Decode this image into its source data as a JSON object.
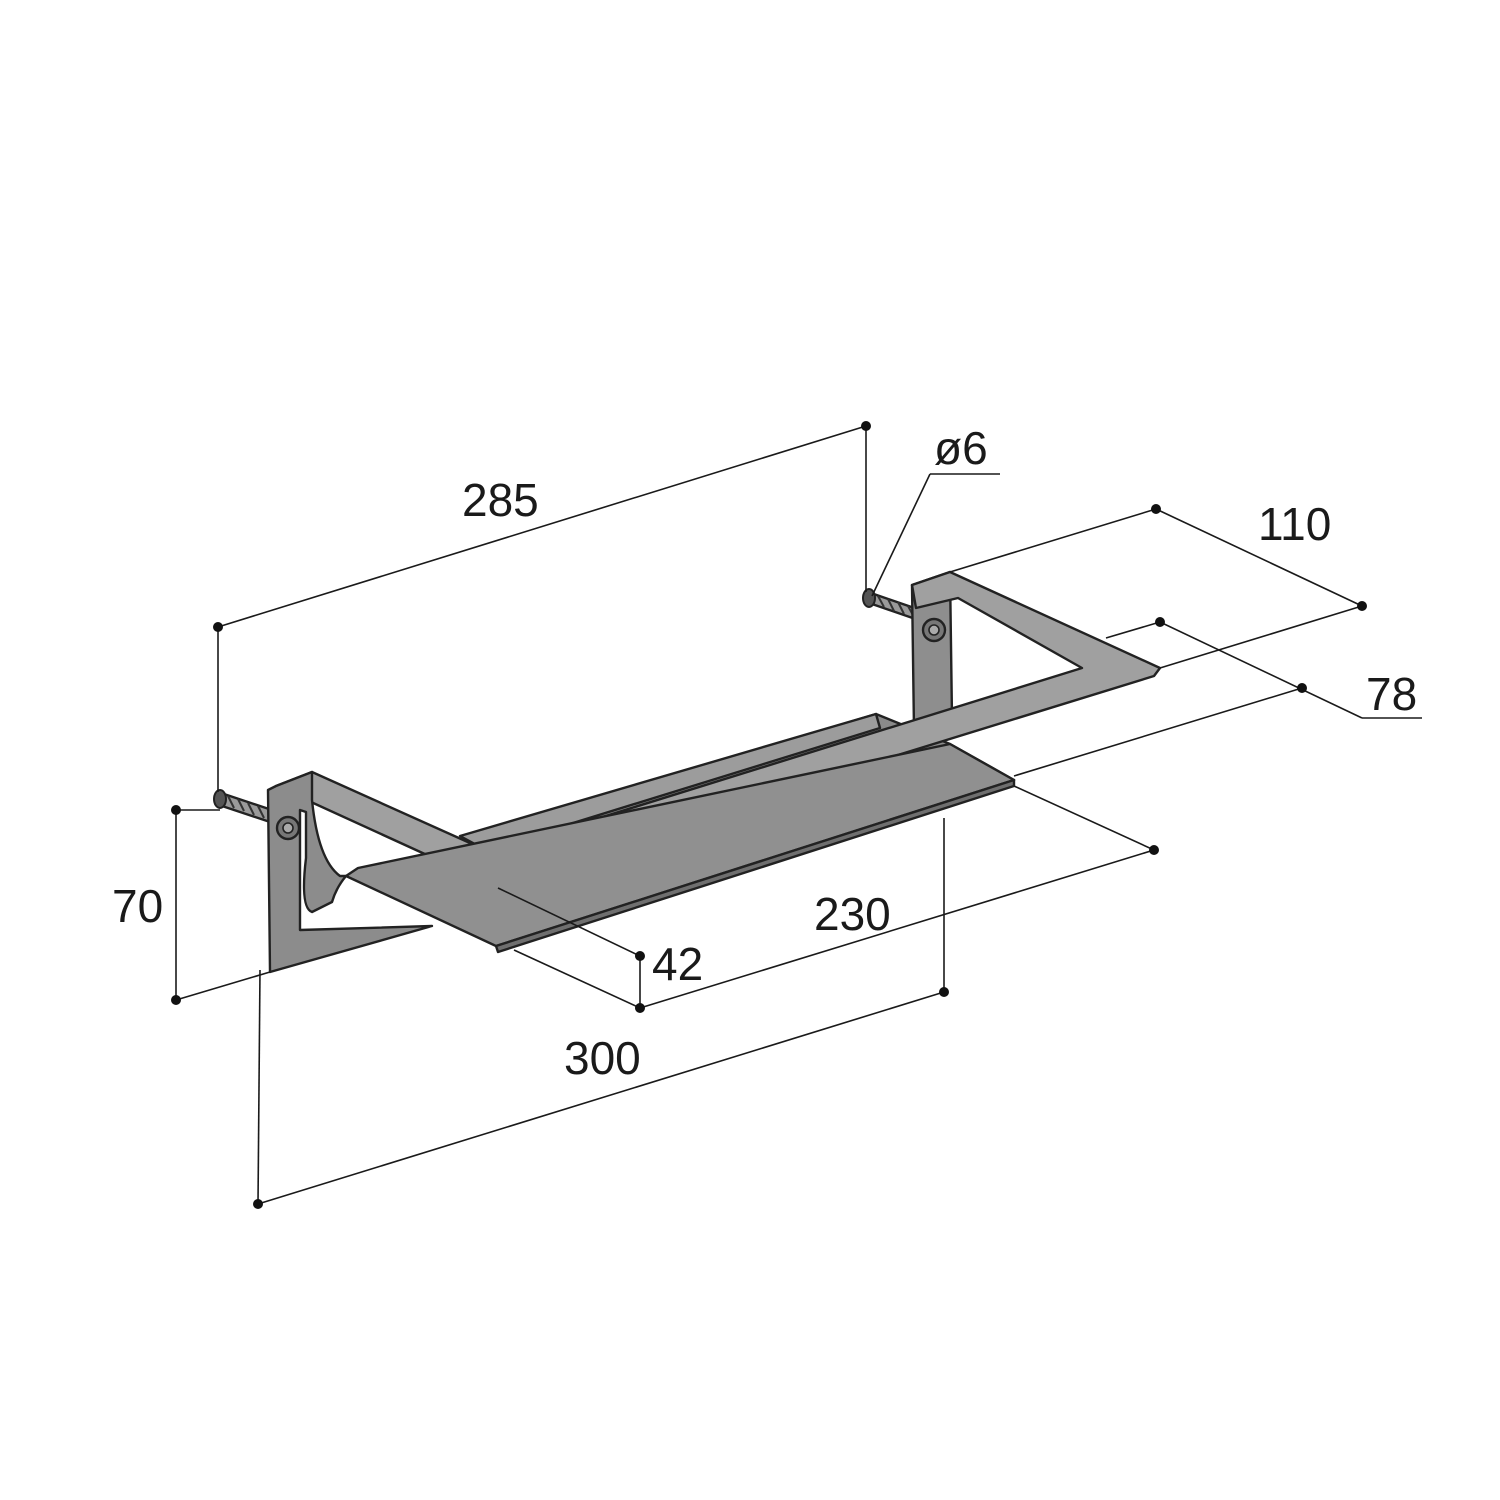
{
  "colors": {
    "metal_face": "#8e8e8e",
    "metal_light": "#a3a3a3",
    "metal_dark": "#6f6f6f",
    "outline": "#222222",
    "dimension_ink": "#1a1a1a"
  },
  "dimensions": {
    "overall_length": "285",
    "screw_diameter": "ø6",
    "depth_total": "110",
    "depth_bar": "78",
    "height": "70",
    "shelf_length": "230",
    "shelf_depth": "42",
    "total_width": "300"
  }
}
